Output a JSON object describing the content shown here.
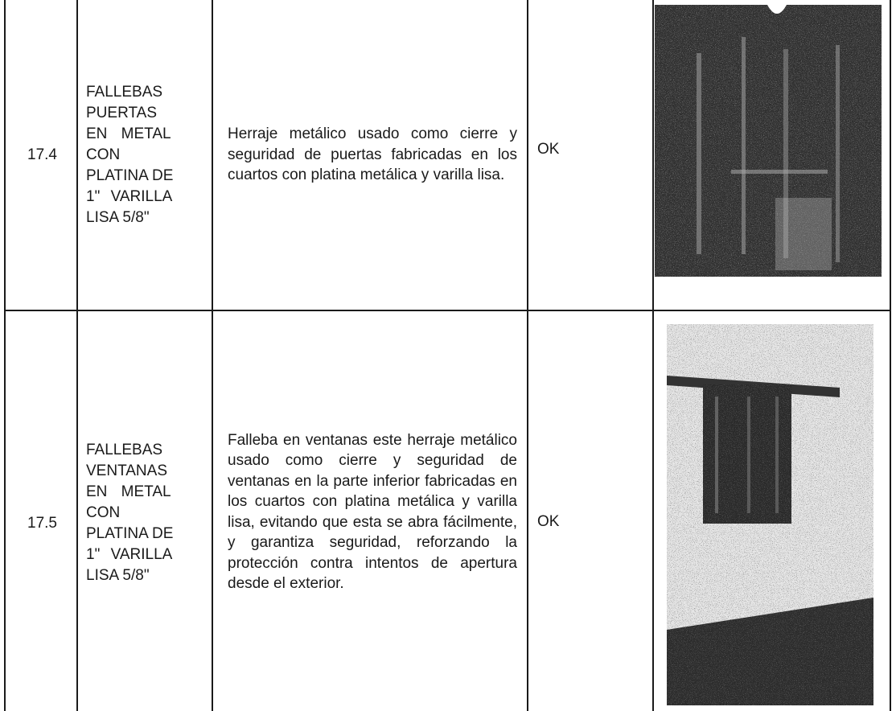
{
  "rows": [
    {
      "number": "17.4",
      "item_lines": [
        "FALLEBAS",
        "PUERTAS",
        "EN METAL",
        "CON",
        "PLATINA DE",
        "1\" VARILLA",
        "LISA 5/8\""
      ],
      "description": "Herraje metálico usado como cierre y seguridad de puertas fabricadas en los cuartos con platina metálica y varilla lisa.",
      "status": "OK",
      "photo_icon": "door-latch-photo"
    },
    {
      "number": "17.5",
      "item_lines": [
        "FALLEBAS",
        "VENTANAS",
        "EN METAL",
        "CON",
        "PLATINA DE",
        "1\" VARILLA",
        "LISA 5/8\""
      ],
      "description": "Falleba en ventanas este herraje metálico usado como cierre y seguridad de ventanas en la parte inferior fabricadas en los cuartos con platina metálica y varilla lisa, evitando que esta se abra fácilmente, y garantiza seguridad, reforzando la protección contra intentos de apertura desde el exterior.",
      "status": "OK",
      "photo_icon": "window-latch-photo"
    }
  ]
}
